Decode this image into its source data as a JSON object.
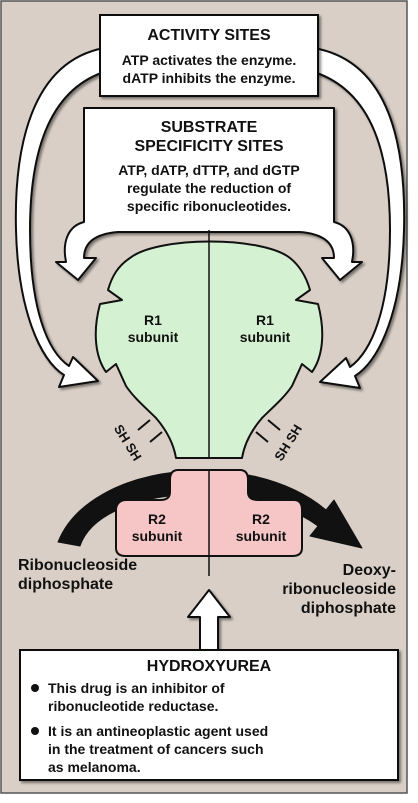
{
  "activity_sites": {
    "title": "ACTIVITY SITES",
    "line1": "ATP activates the enzyme.",
    "line2": "dATP inhibits the enzyme."
  },
  "specificity_sites": {
    "title1": "SUBSTRATE",
    "title2": "SPECIFICITY SITES",
    "line1": "ATP, dATP, dTTP, and dGTP",
    "line2": "regulate the reduction of",
    "line3": "specific ribonucleotides."
  },
  "enzyme": {
    "r1_left": [
      "R1",
      "subunit"
    ],
    "r1_right": [
      "R1",
      "subunit"
    ],
    "r2_left": [
      "R2",
      "subunit"
    ],
    "r2_right": [
      "R2",
      "subunit"
    ],
    "sh_left": "SH SH",
    "sh_right": "SH SH"
  },
  "reaction": {
    "substrate_line1": "Ribonucleoside",
    "substrate_line2": "diphosphate",
    "product_line1": "Deoxy-",
    "product_line2": "ribonucleoside",
    "product_line3": "diphosphate"
  },
  "hydroxyurea": {
    "title": "HYDROXYUREA",
    "bullet1_line1": "This drug is an inhibitor of",
    "bullet1_line2": "ribonucleotide reductase.",
    "bullet2_line1": "It is an antineoplastic agent used",
    "bullet2_line2": "in the treatment of cancers such",
    "bullet2_line3": "as melanoma."
  },
  "colors": {
    "background": "#d9cfc6",
    "r1_fill": "#d4f2d1",
    "r2_fill": "#f6c6c6",
    "box_fill": "#ffffff",
    "outline": "#111111"
  }
}
